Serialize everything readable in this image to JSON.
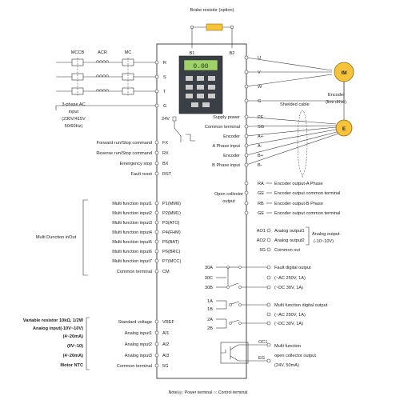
{
  "top": {
    "brake_resistor": "Brake resistor (option)",
    "b1": "B1",
    "b2": "B2"
  },
  "power_in": {
    "mccb": "MCCB",
    "acr": "ACR",
    "mc": "MC",
    "line1": "3-phase AC",
    "line2": "input",
    "line3": "(230V/415V",
    "line4": "50/60Hz)",
    "terminals": [
      "R",
      "S",
      "T",
      "G"
    ]
  },
  "motor": {
    "outputs": [
      "U",
      "V",
      "W",
      "G"
    ],
    "im": "IM",
    "e": "E",
    "encoder_label1": "Encoder",
    "encoder_label2": "(line drive)",
    "shielded": "Shielded cable"
  },
  "encoder_terms": [
    {
      "label": "Supply power",
      "term": "PE"
    },
    {
      "label": "Common terminal",
      "term": "SG"
    },
    {
      "label": "Encoder",
      "term": "A+"
    },
    {
      "label": "A Phase input",
      "term": "A-"
    },
    {
      "label": "Encoder",
      "term": "B+"
    },
    {
      "label": "B Phase input",
      "term": "B-"
    }
  ],
  "v24": "24V",
  "run_cmds": [
    {
      "label": "Forward run/Stop command",
      "term": "FX"
    },
    {
      "label": "Reverse run/Stop command",
      "term": "RX"
    },
    {
      "label": "Emergency stop",
      "term": "BX"
    },
    {
      "label": "Fault reset",
      "term": "RST"
    }
  ],
  "multi_inputs": {
    "group_label": "Multi Dunction inOut",
    "items": [
      {
        "label": "Multi function input1",
        "term": "P1(MM0)"
      },
      {
        "label": "Multi function input2",
        "term": "P2(MM1)"
      },
      {
        "label": "Multi function input3",
        "term": "P3(ATO)"
      },
      {
        "label": "Multi function input4",
        "term": "P4(FHM)"
      },
      {
        "label": "Multi function input5",
        "term": "P5(BAT)"
      },
      {
        "label": "Multi function input6",
        "term": "P6(BRC)"
      },
      {
        "label": "Multi function input7",
        "term": "P7(MCC)"
      },
      {
        "label": "Common terminal",
        "term": "CM"
      }
    ]
  },
  "open_collector": {
    "label1": "Open collector",
    "label2": "output",
    "items": [
      {
        "term": "RA",
        "label": "Encoder output-A Phase"
      },
      {
        "term": "GE",
        "label": "Encoder output common terminal"
      },
      {
        "term": "RB",
        "label": "Encoder output-B Phase"
      },
      {
        "term": "GE",
        "label": "Encoder output common terminal"
      }
    ]
  },
  "analog_out": {
    "items": [
      {
        "term": "AO1",
        "label": "Analog output1"
      },
      {
        "term": "AO2",
        "label": "Analog output2"
      },
      {
        "term": "5G",
        "label": "Common out"
      }
    ],
    "side1": "Analog output",
    "side2": "(-10~10V)"
  },
  "fault": {
    "terms": [
      "30A",
      "30C",
      "30B"
    ],
    "l1": "Fault digital output",
    "l2": "(~AC 250V, 1A)",
    "l3": "(~DC 30V, 1A)"
  },
  "relay": {
    "terms": [
      "1A",
      "1B",
      "2A",
      "2B"
    ],
    "l1": "Multi function digital output",
    "l2": "(~AC 250V, 1A)",
    "l3": "(~DC 30V, 1A)"
  },
  "oc_out": {
    "terms": [
      "OC1",
      "EG"
    ],
    "l1": "Multi function",
    "l2": "open collector output",
    "l3": "(24V, 50mA)"
  },
  "analog_in": {
    "left": [
      "Variable resistor 10kΩ, 1/2W",
      "Analog input(-10V~10V)",
      "(4~20mA)",
      "(0V~10)",
      "(4~20mA)",
      "Motor NTC"
    ],
    "items": [
      {
        "label": "Standard voltage",
        "term": "VREF"
      },
      {
        "label": "Analog input1",
        "term": "AI1"
      },
      {
        "label": "Analog input2",
        "term": "AI2"
      },
      {
        "label": "Analog input3",
        "term": "AI3"
      },
      {
        "label": "Common terminal",
        "term": "5G"
      }
    ]
  },
  "note": "Note)◎: Power terminal  ○: Control terminal",
  "keypad_display": "0.00"
}
